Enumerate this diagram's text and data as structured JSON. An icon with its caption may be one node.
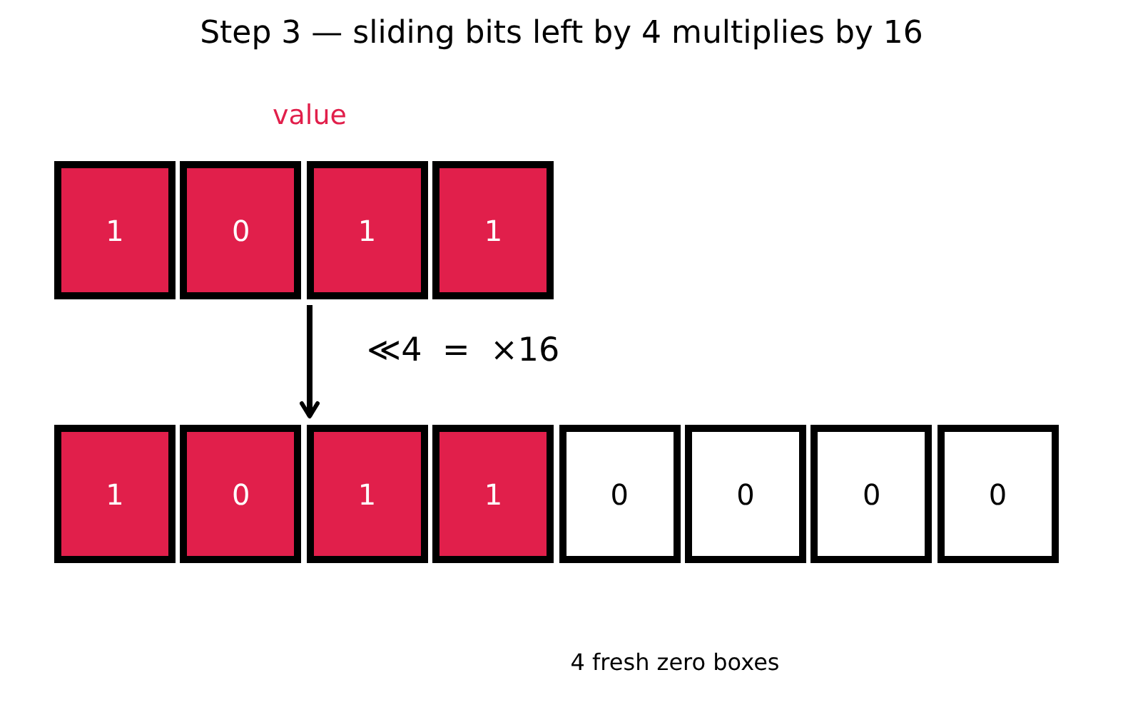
{
  "diagram": {
    "title": "Step 3 — sliding bits left by 4 multiplies by 16",
    "nodes": [
      {
        "text": [
          "1"
        ]
      },
      {
        "text": [
          "0"
        ]
      },
      {
        "text": [
          "1"
        ]
      },
      {
        "text": [
          "1"
        ]
      },
      {
        "text": [
          "1"
        ]
      },
      {
        "text": [
          "0"
        ]
      },
      {
        "text": [
          "1"
        ]
      },
      {
        "text": [
          "1"
        ]
      },
      {
        "text": [
          "0"
        ]
      },
      {
        "text": [
          "0"
        ]
      },
      {
        "text": [
          "0"
        ]
      },
      {
        "text": [
          "0"
        ]
      }
    ],
    "edges": [
      {
        "from": 2,
        "to": 6,
        "arrow": "to",
        "label": "≪4 = ×16"
      }
    ],
    "labels": [
      "value",
      "4 fresh zero boxes"
    ]
  }
}
